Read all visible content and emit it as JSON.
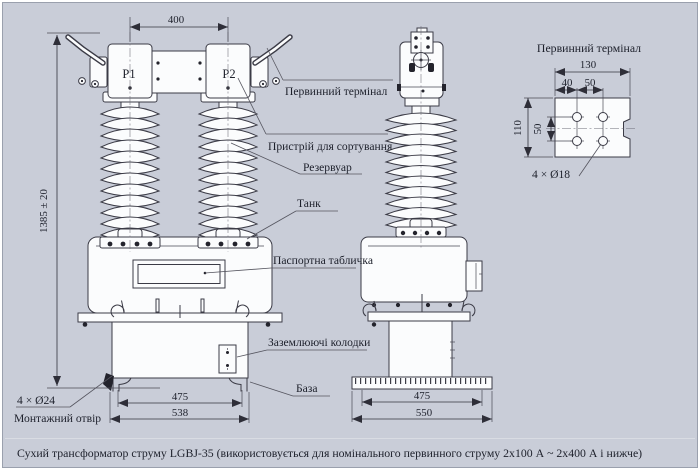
{
  "colors": {
    "background": "#c9cdd8",
    "frame": "#9aa0ad",
    "line": "#3b3b46",
    "shape_fill": "#fbfcfd",
    "text": "#1d202b"
  },
  "front": {
    "dim_span": "400",
    "dim_height": "1385 ± 20",
    "p1": "P1",
    "p2": "P2",
    "dim_feet": "475",
    "dim_base": "538",
    "mount_holes": "4 × Ø24",
    "mount_hole": "Монтажний отвір"
  },
  "side": {
    "dim_inner": "475",
    "dim_outer": "550"
  },
  "detail": {
    "title": "Первинний термінал",
    "dim_width": "130",
    "dim_x1": "40",
    "dim_x2": "50",
    "dim_height": "110",
    "dim_y1": "50",
    "holes": "4 × Ø18"
  },
  "callouts": {
    "primary_terminal": "Первинний термінал",
    "sorting_device": "Пристрій для сортування",
    "reservoir": "Резервуар",
    "tank": "Танк",
    "nameplate": "Паспортна табличка",
    "grounding_blocks": "Заземлюючі колодки",
    "base": "База"
  },
  "caption": "Сухий трансформатор струму LGBJ-35 (використовується для номінального первинного струму 2x100 А ~ 2x400 А і нижче)"
}
